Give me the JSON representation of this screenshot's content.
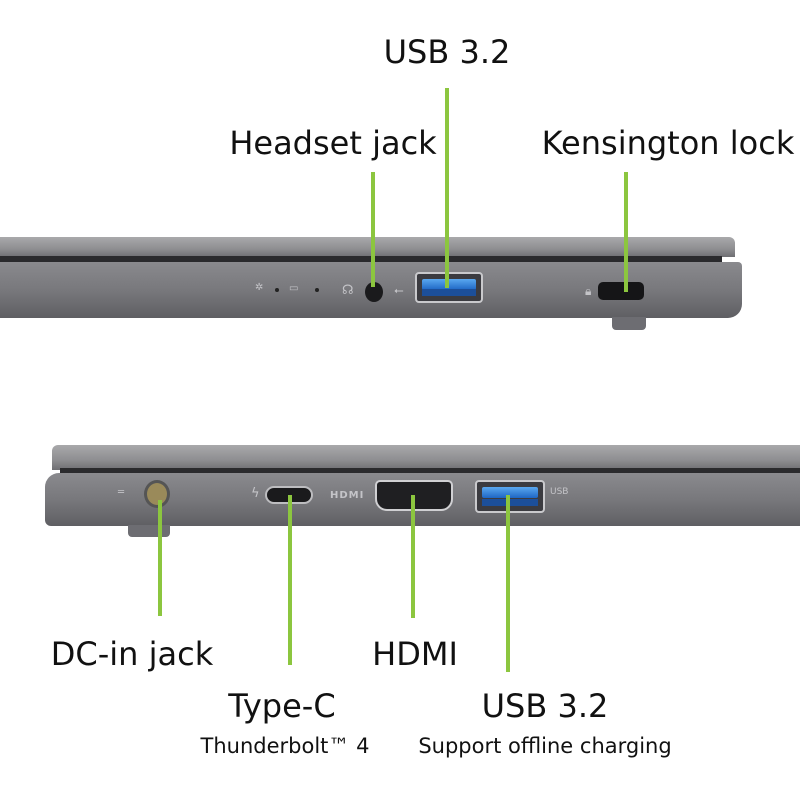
{
  "top_view": {
    "labels": {
      "usb": "USB 3.2",
      "headset": "Headset jack",
      "kensington": "Kensington lock"
    }
  },
  "bottom_view": {
    "labels": {
      "dc": "DC-in jack",
      "hdmi": "HDMI",
      "typec": "Type-C",
      "typec_sub": "Thunderbolt™ 4",
      "usb": "USB 3.2",
      "usb_sub": "Support offline charging"
    },
    "port_markings": {
      "hdmi": "HDMI",
      "usb": "USB"
    }
  },
  "colors": {
    "callout_line": "#8cc63f",
    "usb_port": "#1e66c4"
  }
}
